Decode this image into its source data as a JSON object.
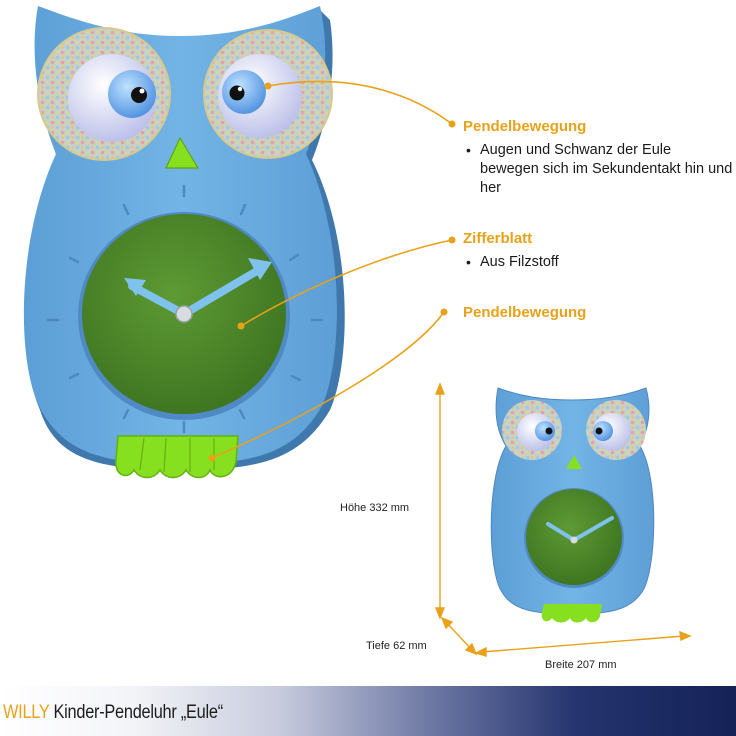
{
  "callouts": {
    "eyes": {
      "title": "Pendelbewegung",
      "bullets": [
        "Augen und Schwanz der Eule bewegen sich im Sekundentakt hin und her"
      ]
    },
    "dial": {
      "title": "Zifferblatt",
      "bullets": [
        "Aus Filzstoff"
      ]
    },
    "tail": {
      "title": "Pendelbewegung"
    }
  },
  "dimensions": {
    "height": "Höhe 332 mm",
    "depth": "Tiefe 62 mm",
    "width": "Breite 207 mm"
  },
  "footer": {
    "brand": "WILLY",
    "product": "Kinder-Pendeluhr „Eule“"
  },
  "colors": {
    "accent": "#e7a21a",
    "owl_body": "#6aaee0",
    "dial_felt": "#4d8a2a",
    "beak_tail": "#86e020",
    "footer_dark": "#142258"
  }
}
